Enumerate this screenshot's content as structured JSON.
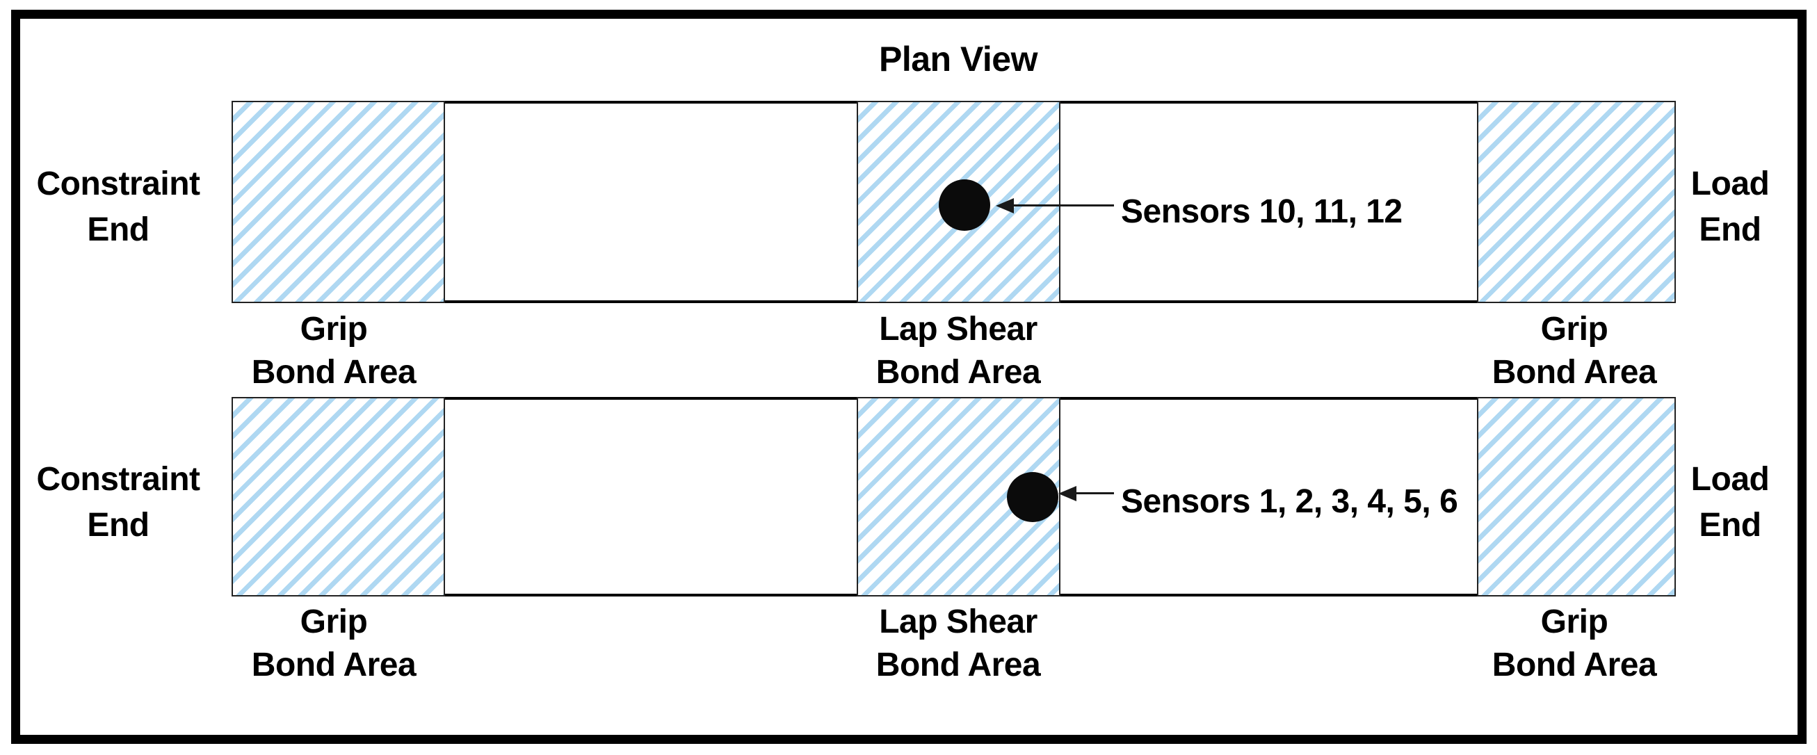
{
  "title": "Plan View",
  "colors": {
    "hatch_blue": "#AFD8F2",
    "line_black": "#000000"
  },
  "specimens": [
    {
      "left_end": {
        "line1": "Constraint",
        "line2": "End"
      },
      "right_end": {
        "line1": "Load",
        "line2": "End"
      },
      "sensor": {
        "label": "Sensors 10, 11, 12"
      },
      "areas": [
        {
          "line1": "Grip",
          "line2": "Bond Area"
        },
        {
          "line1": "Lap Shear",
          "line2": "Bond Area"
        },
        {
          "line1": "Grip",
          "line2": "Bond Area"
        }
      ]
    },
    {
      "left_end": {
        "line1": "Constraint",
        "line2": "End"
      },
      "right_end": {
        "line1": "Load",
        "line2": "End"
      },
      "sensor": {
        "label": "Sensors 1, 2, 3, 4, 5, 6"
      },
      "areas": [
        {
          "line1": "Grip",
          "line2": "Bond Area"
        },
        {
          "line1": "Lap Shear",
          "line2": "Bond Area"
        },
        {
          "line1": "Grip",
          "line2": "Bond Area"
        }
      ]
    }
  ]
}
